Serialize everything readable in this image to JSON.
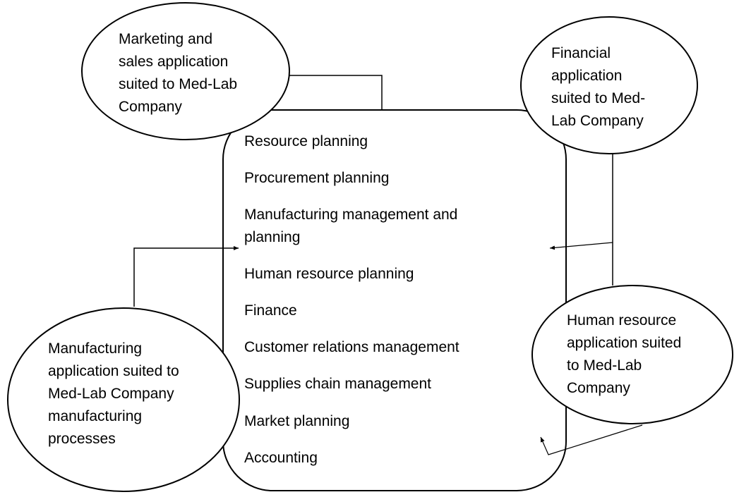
{
  "central": {
    "items": [
      "Resource planning",
      "Procurement planning",
      "Manufacturing management and",
      "planning",
      "Human resource planning",
      "Finance",
      "Customer relations management",
      "Supplies chain management",
      "Market planning",
      "Accounting"
    ]
  },
  "nodes": {
    "marketing": [
      "Marketing and",
      "sales application",
      "suited to Med-Lab",
      "Company"
    ],
    "financial": [
      "Financial",
      "application",
      "suited to Med-",
      "Lab Company"
    ],
    "manufacturing": [
      "Manufacturing",
      "application suited to",
      "Med-Lab Company",
      "manufacturing",
      "processes"
    ],
    "human_resource": [
      "Human resource",
      "application suited",
      "to Med-Lab",
      "Company"
    ]
  },
  "colors": {
    "stroke": "#000000",
    "background": "#ffffff"
  }
}
